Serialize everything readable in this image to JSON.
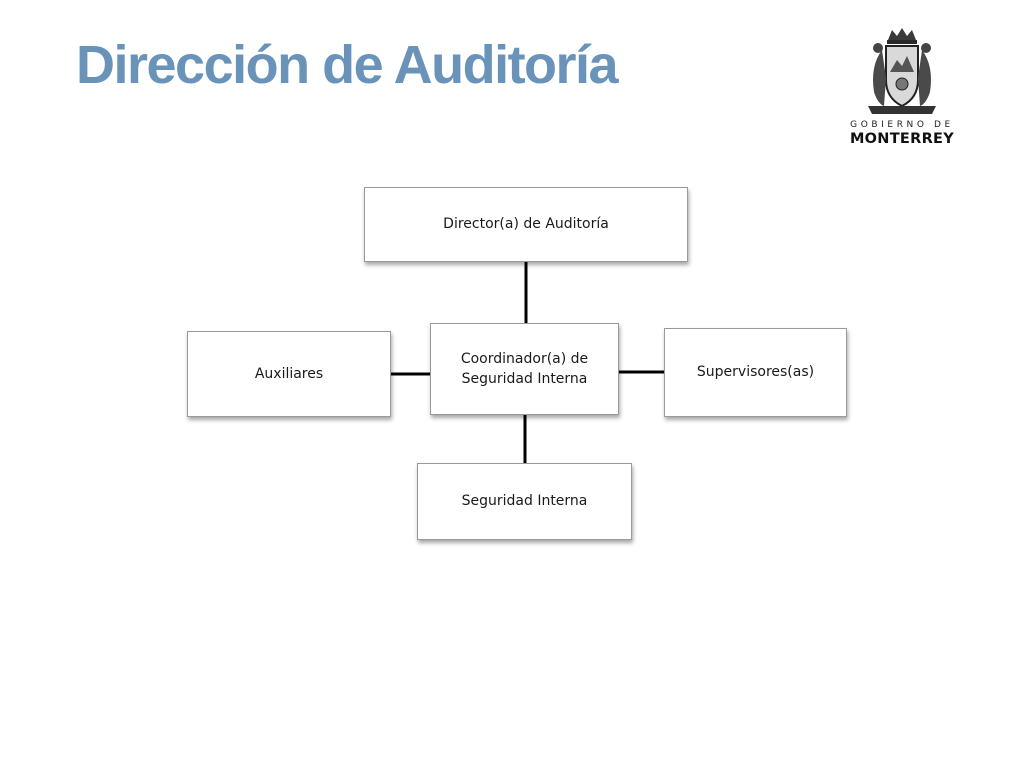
{
  "slide": {
    "title": "Dirección de Auditoría"
  },
  "logo": {
    "line1": "GOBIERNO DE",
    "line2": "MONTERREY",
    "emblem": "coat-of-arms-icon"
  },
  "org_chart": {
    "director": "Director(a) de Auditoría",
    "coordinador": "Coordinador(a) de Seguridad Interna",
    "auxiliares": "Auxiliares",
    "supervisores": "Supervisores(as)",
    "seguridad": "Seguridad Interna"
  },
  "colors": {
    "title": "#6a93ba",
    "connector": "#000000",
    "box_border": "#9a9a9a"
  }
}
